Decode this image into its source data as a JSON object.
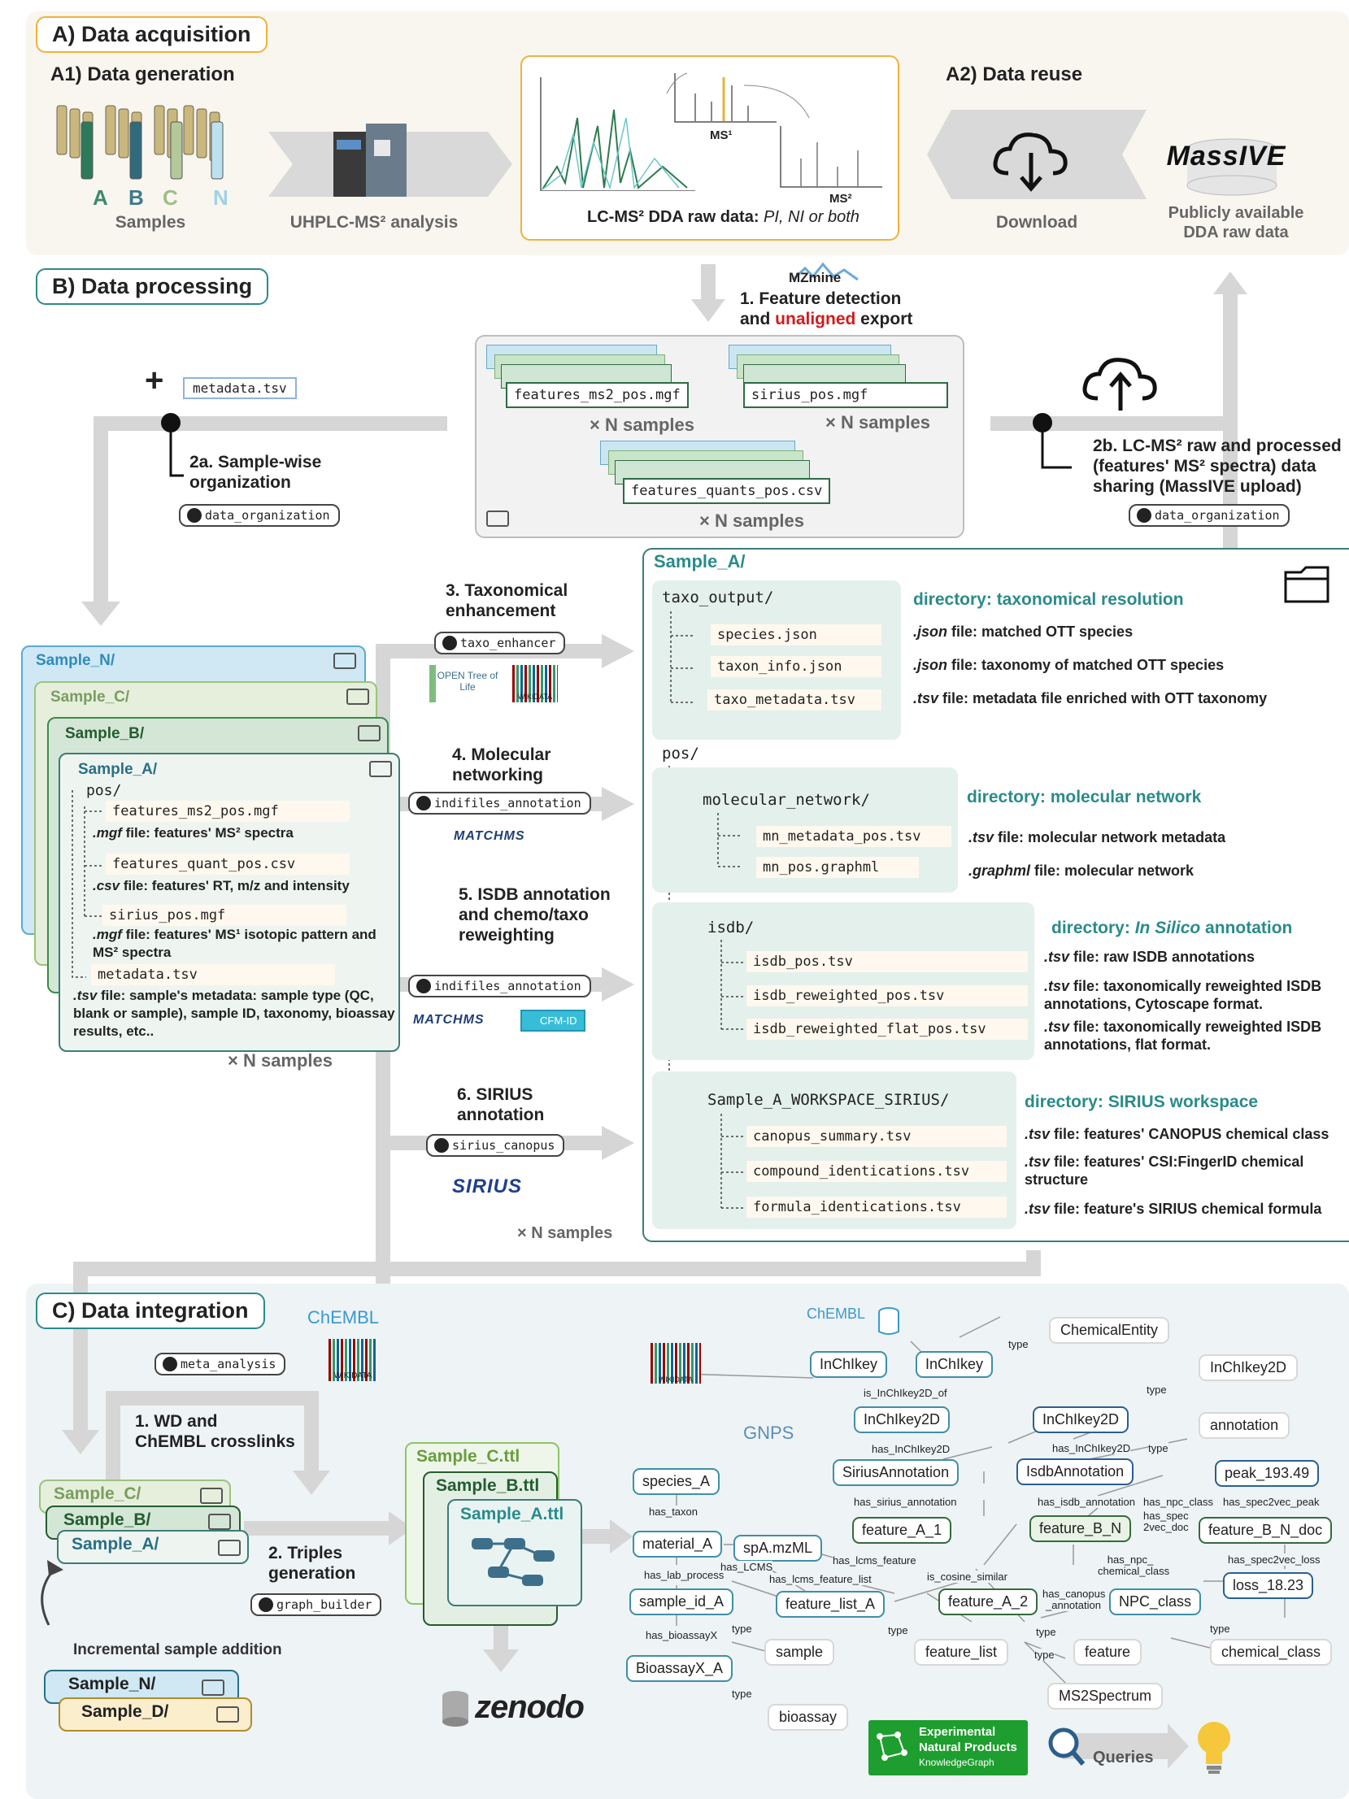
{
  "colors": {
    "accent_green": "#2a8b8a",
    "panel_a_bg": "#f8f6ef",
    "panel_c_bg": "#eef3f5",
    "unaligned": "#d01c1c",
    "orange": "#f1b23a"
  },
  "sectionA": {
    "title": "A) Data acquisition",
    "gen_title": "A1) Data generation",
    "sample_letters": [
      "A",
      "B",
      "C",
      "N"
    ],
    "samples_caption": "Samples",
    "uhplc_caption": "UHPLC-MS² analysis",
    "ms1": "MS¹",
    "ms2": "MS²",
    "raw_label": "LC-MS² DDA raw data:",
    "raw_modes": "PI, NI or both",
    "reuse_title": "A2) Data reuse",
    "download_caption": "Download",
    "massive_logo": "MassIVE",
    "public_caption1": "Publicly available",
    "public_caption2": "DDA raw data"
  },
  "sectionB": {
    "title": "B) Data processing",
    "mzmine_logo": "MZmine",
    "step1_line1": "1. Feature detection",
    "step1_and": "and ",
    "step1_unaligned": "unaligned",
    "step1_export": " export",
    "plus": "+",
    "metadata_file": "metadata.tsv",
    "export_files": [
      "features_ms2_pos.mgf",
      "sirius_pos.mgf",
      "features_quants_pos.csv"
    ],
    "n_samples": "× N samples",
    "step2a_line1": "2a. Sample-wise",
    "step2a_line2": "organization",
    "data_org": "data_organization",
    "step2b_line1": "2b. LC-MS² raw and processed",
    "step2b_line2": "(features' MS² spectra) data",
    "step2b_line3": "sharing (MassIVE upload)",
    "sample_cards": [
      "Sample_N/",
      "Sample_C/",
      "Sample_B/",
      "Sample_A/"
    ],
    "sampleA_pos": "pos/",
    "sampleA_items": [
      {
        "file": "features_ms2_pos.mgf",
        "desc_ext": ".mgf",
        "desc": " file: features' MS² spectra"
      },
      {
        "file": "features_quant_pos.csv",
        "desc_ext": ".csv",
        "desc": " file: features' RT, m/z and intensity"
      },
      {
        "file": "sirius_pos.mgf",
        "desc_ext": ".mgf",
        "desc": " file: features' MS¹ isotopic pattern and MS² spectra"
      }
    ],
    "sampleA_meta": "metadata.tsv",
    "sampleA_meta_ext": ".tsv",
    "sampleA_meta_desc": " file: sample's metadata: sample type (QC, blank or sample), sample ID, taxonomy, bioassay results, etc..",
    "steps": [
      {
        "label": "3. Taxonomical enhancement",
        "tool": "taxo_enhancer",
        "logos": [
          "OPEN Tree of Life",
          "WIKIDATA"
        ]
      },
      {
        "label": "4. Molecular networking",
        "tool": "indifiles_annotation",
        "logos": [
          "MATCHMS"
        ]
      },
      {
        "label": "5. ISDB annotation and chemo/taxo reweighting",
        "tool": "indifiles_annotation",
        "logos": [
          "MATCHMS",
          "CFM-ID"
        ]
      },
      {
        "label": "6. SIRIUS annotation",
        "tool": "sirius_canopus",
        "logos": [
          "SIRIUS"
        ]
      }
    ],
    "output_title": "Sample_A/",
    "taxo_dir": "taxo_output/",
    "taxo_files": [
      "species.json",
      "taxon_info.json",
      "taxo_metadata.tsv"
    ],
    "taxo_dirdesc": "directory: taxonomical resolution",
    "taxo_desc": [
      {
        "ext": ".json",
        "text": " file: matched OTT species"
      },
      {
        "ext": ".json",
        "text": " file: taxonomy of matched OTT species"
      },
      {
        "ext": ".tsv",
        "text": " file: metadata file enriched with OTT taxonomy"
      }
    ],
    "pos_dir": "pos/",
    "mn_dir": "molecular_network/",
    "mn_files": [
      "mn_metadata_pos.tsv",
      "mn_pos.graphml"
    ],
    "mn_dirdesc": "directory: molecular network",
    "mn_desc": [
      {
        "ext": ".tsv",
        "text": " file: molecular network metadata"
      },
      {
        "ext": ".graphml",
        "text": " file: molecular network"
      }
    ],
    "isdb_dir": "isdb/",
    "isdb_files": [
      "isdb_pos.tsv",
      "isdb_reweighted_pos.tsv",
      "isdb_reweighted_flat_pos.tsv"
    ],
    "isdb_dirdesc_pre": "directory: ",
    "isdb_dirdesc_it": "In Silico",
    "isdb_dirdesc_post": " annotation",
    "isdb_desc": [
      {
        "ext": ".tsv",
        "text": " file: raw ISDB annotations"
      },
      {
        "ext": ".tsv",
        "text": " file: taxonomically reweighted ISDB annotations, Cytoscape format."
      },
      {
        "ext": ".tsv",
        "text": " file: taxonomically reweighted ISDB annotations, flat format."
      }
    ],
    "sirius_dir": "Sample_A_WORKSPACE_SIRIUS/",
    "sirius_files": [
      "canopus_summary.tsv",
      "compound_identications.tsv",
      "formula_identications.tsv"
    ],
    "sirius_dirdesc": "directory: SIRIUS workspace",
    "sirius_desc": [
      {
        "ext": ".tsv",
        "text": " file: features' CANOPUS chemical class"
      },
      {
        "ext": ".tsv",
        "text": " file: features' CSI:FingerID chemical structure"
      },
      {
        "ext": ".tsv",
        "text": " file: feature's SIRIUS chemical formula"
      }
    ]
  },
  "sectionC": {
    "title": "C) Data integration",
    "chembl": "ChEMBL",
    "wikidata": "WIKIDATA",
    "meta_tool": "meta_analysis",
    "step1_line1": "1.  WD and",
    "step1_line2": "ChEMBL crosslinks",
    "step2_line1": "2.  Triples",
    "step2_line2": "generation",
    "graph_tool": "graph_builder",
    "ttl": [
      "Sample_C.ttl",
      "Sample_B.ttl",
      "Sample_A.ttl"
    ],
    "left_cards": [
      "Sample_C/",
      "Sample_B/",
      "Sample_A/"
    ],
    "incremental": "Incremental sample addition",
    "new_cards": [
      "Sample_N/",
      "Sample_D/"
    ],
    "zenodo": "zenodo",
    "gnps": "GNPS",
    "enpkg_line1": "Experimental",
    "enpkg_line2": "Natural Products",
    "enpkg_line3": "KnowledgeGraph",
    "queries": "Queries",
    "nodes": {
      "species_A": "species_A",
      "material_A": "material_A",
      "sample_id_A": "sample_id_A",
      "BioassayX_A": "BioassayX_A",
      "sample": "sample",
      "bioassay": "bioassay",
      "spA": "spA.mzML",
      "feature_list_A": "feature_list_A",
      "feature_list": "feature_list",
      "InChIkey1": "InChIkey",
      "InChIkey2": "InChIkey",
      "InChIkey2D_1": "InChIkey2D",
      "SiriusAnnotation": "SiriusAnnotation",
      "feature_A_1": "feature_A_1",
      "feature_A_2": "feature_A_2",
      "ChemicalEntity": "ChemicalEntity",
      "InChIkey2D_type": "InChIkey2D",
      "InChIkey2D_2": "InChIkey2D",
      "annotation": "annotation",
      "IsdbAnnotation": "IsdbAnnotation",
      "feature_B_N": "feature_B_N",
      "feature_B_N_doc": "feature_B_N_doc",
      "peak": "peak_193.49",
      "loss": "loss_18.23",
      "NPC_class": "NPC_class",
      "feature": "feature",
      "MS2Spectrum": "MS2Spectrum",
      "chemical_class": "chemical_class"
    },
    "rels": {
      "has_taxon": "has_taxon",
      "has_lab_process": "has_lab_process",
      "has_bioassayX": "has_bioassayX",
      "has_LCMS": "has_LCMS",
      "has_lcms_feature_list": "has_lcms_feature_list",
      "has_lcms_feature": "has_lcms_feature",
      "has_sirius_annotation": "has_sirius_annotation",
      "has_InChIkey2D": "has_InChIkey2D",
      "is_InChIkey2D_of": "is_InChIkey2D_of",
      "is_cosine_similar": "is_cosine_similar",
      "has_canopus_annotation": "has_canopus _annotation",
      "has_isdb_annotation": "has_isdb_annotation",
      "has_InChIkey2D_b": "has_InChIkey2D",
      "has_npc_class": "has_npc_class",
      "has_spec2vec_doc": "has_spec 2vec_doc",
      "has_npc_chemical_class": "has_npc_ chemical_class",
      "has_spec2vec_peak": "has_spec2vec_peak",
      "has_spec2vec_loss": "has_spec2vec_loss",
      "type": "type"
    }
  }
}
